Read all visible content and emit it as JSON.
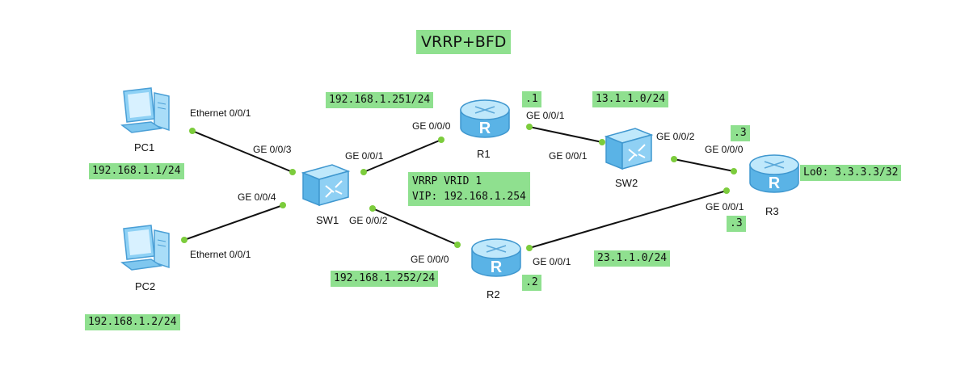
{
  "title": "VRRP+BFD",
  "devices": {
    "pc1": "PC1",
    "pc2": "PC2",
    "sw1": "SW1",
    "sw2": "SW2",
    "r1": "R1",
    "r2": "R2",
    "r3": "R3"
  },
  "ports": {
    "pc1_eth": "Ethernet 0/0/1",
    "pc2_eth": "Ethernet 0/0/1",
    "sw1_ge003": "GE 0/0/3",
    "sw1_ge004": "GE 0/0/4",
    "sw1_ge001": "GE 0/0/1",
    "sw1_ge002": "GE 0/0/2",
    "r1_ge000": "GE 0/0/0",
    "r1_ge001": "GE 0/0/1",
    "sw2_ge001": "GE 0/0/1",
    "sw2_ge002": "GE 0/0/2",
    "r3_ge000": "GE 0/0/0",
    "r3_ge001": "GE 0/0/1",
    "r2_ge000": "GE 0/0/0",
    "r2_ge001": "GE 0/0/1"
  },
  "tags": {
    "pc1_ip": "192.168.1.1/24",
    "pc2_ip": "192.168.1.2/24",
    "r1_ip": "192.168.1.251/24",
    "r2_ip": "192.168.1.252/24",
    "r1_suffix": ".1",
    "r2_suffix": ".2",
    "r3_suffix_top": ".3",
    "r3_suffix_bottom": ".3",
    "net13": "13.1.1.0/24",
    "net23": "23.1.1.0/24",
    "lo0": "Lo0: 3.3.3.3/32",
    "vrrp_line1": "VRRP VRID 1",
    "vrrp_line2": "VIP: 192.168.1.254"
  },
  "colors": {
    "tag_bg": "#8fe08f",
    "link": "#111111",
    "port_dot": "#7ccc3c",
    "device_blue": "#5ab3e6"
  }
}
